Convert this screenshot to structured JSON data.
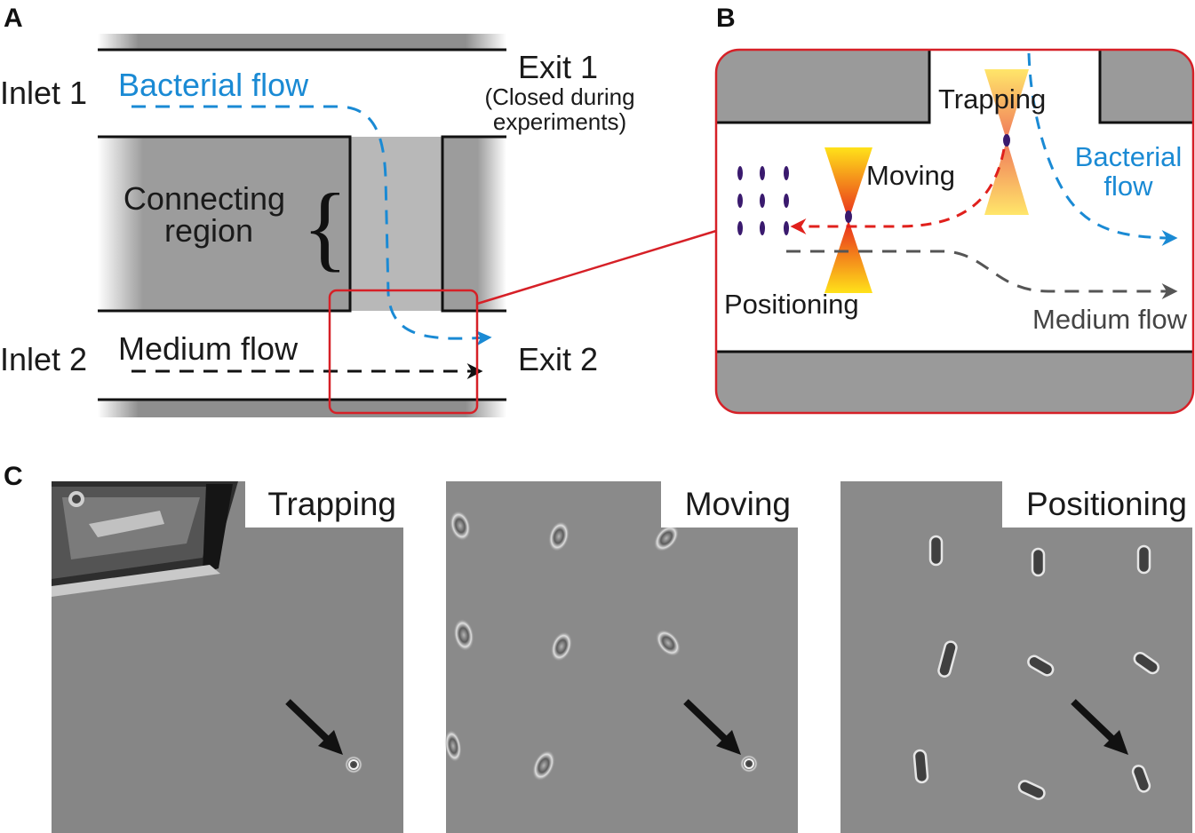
{
  "panels": {
    "a": {
      "letter": "A",
      "inlet1": "Inlet 1",
      "inlet2": "Inlet 2",
      "exit1": "Exit 1",
      "exit1_note_line1": "(Closed during",
      "exit1_note_line2": "experiments)",
      "exit2": "Exit 2",
      "bacterial_flow": "Bacterial flow",
      "medium_flow": "Medium flow",
      "connecting_line1": "Connecting",
      "connecting_line2": "region",
      "brace": "{"
    },
    "b": {
      "letter": "B",
      "trapping": "Trapping",
      "moving": "Moving",
      "positioning": "Positioning",
      "bacterial_line1": "Bacterial",
      "bacterial_line2": "flow",
      "medium_flow": "Medium flow"
    },
    "c": {
      "letter": "C",
      "images": [
        {
          "label": "Trapping"
        },
        {
          "label": "Moving"
        },
        {
          "label": "Positioning"
        }
      ]
    }
  },
  "colors": {
    "bacterial_flow": "#1a8ad4",
    "medium_flow_panel_a": "#111111",
    "medium_flow_panel_b": "#555555",
    "moving_path": "#e0201c",
    "zoom_box": "#d62027",
    "channel_wall": "#9a9a9a",
    "bacteria": "#3a1a6e"
  }
}
